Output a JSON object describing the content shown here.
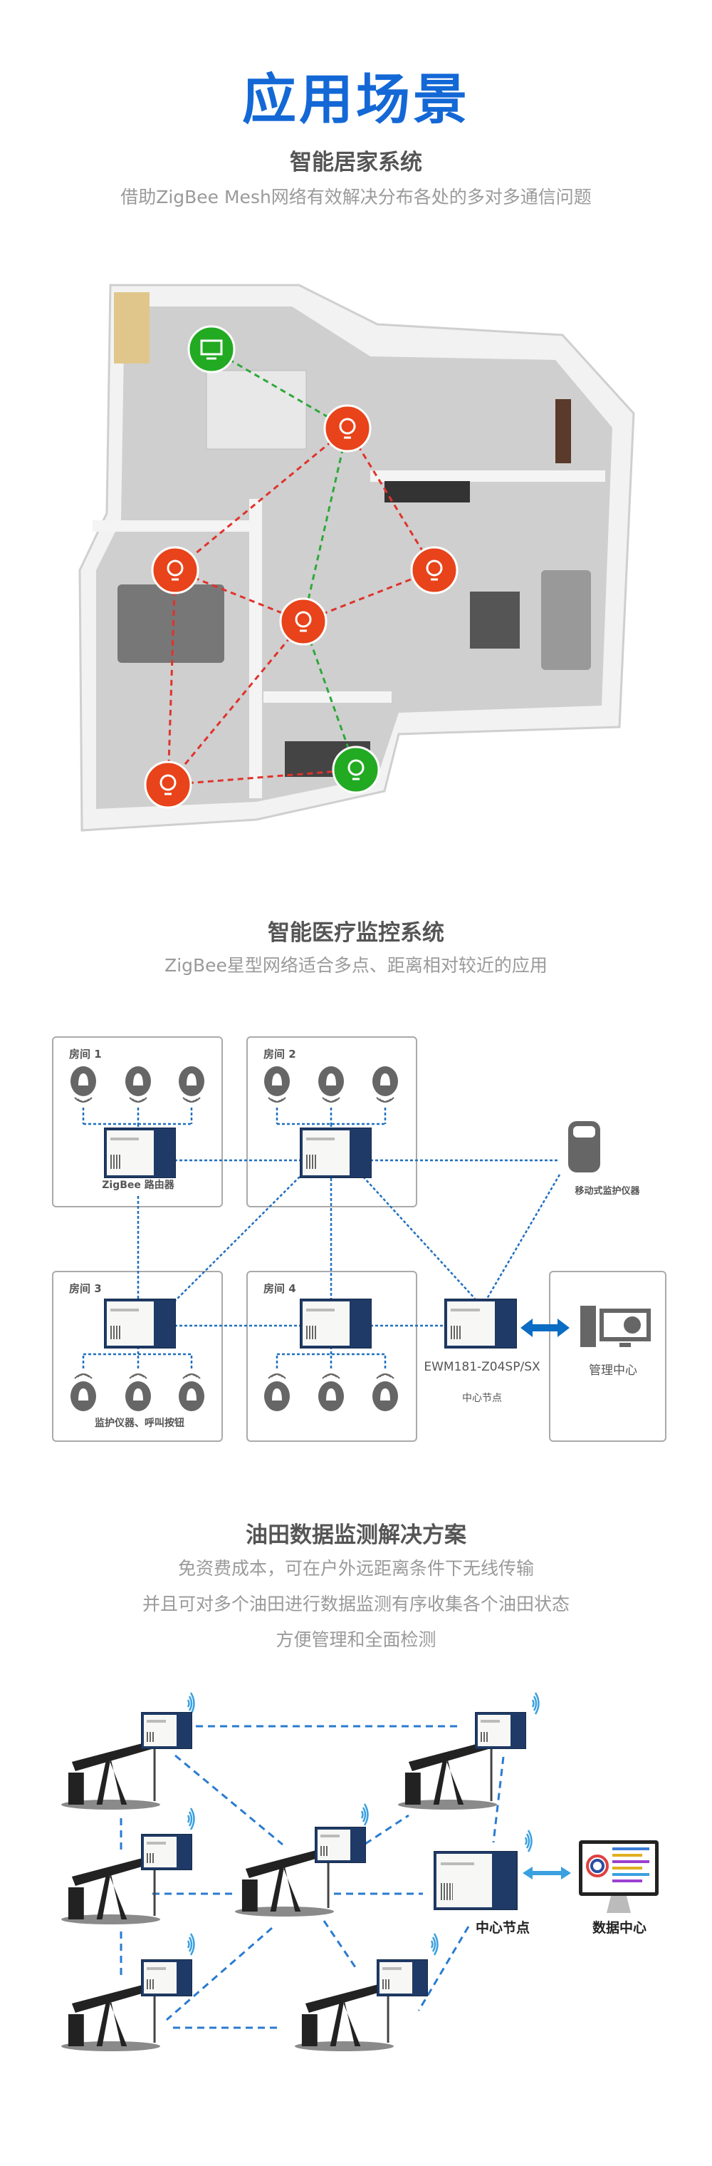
{
  "header": {
    "title": "应用场景"
  },
  "smart_home": {
    "title": "智能居家系统",
    "subtitle": "借助ZigBee Mesh网络有效解决分布各处的多对多通信问题",
    "colors": {
      "bulb": "#e8431a",
      "gateway": "#22aa22",
      "red_link": "#e0332b",
      "green_link": "#2fa83a"
    }
  },
  "medical": {
    "title": "智能医疗监控系统",
    "subtitle": "ZigBee星型网络适合多点、距离相对较近的应用",
    "rooms": [
      "房间 1",
      "房间 2",
      "房间 3",
      "房间 4"
    ],
    "router_label": "ZigBee 路由器",
    "devices_label": "监护仪器、呼叫按钮",
    "mobile_label": "移动式监护仪器",
    "node_model": "EWM181-Z04SP/SX",
    "node_label": "中心节点",
    "management_label": "管理中心",
    "colors": {
      "link": "#1f6fc0",
      "arrow": "#0b6cc4",
      "module": "#1f3a66"
    }
  },
  "oilfield": {
    "title": "油田数据监测解决方案",
    "lines": [
      "免资费成本，可在户外远距离条件下无线传输",
      "并且可对多个油田进行数据监测有序收集各个油田状态",
      "方便管理和全面检测"
    ],
    "node_label": "中心节点",
    "data_center_label": "数据中心",
    "colors": {
      "link": "#2a7bd0",
      "wifi": "#3aa0e0"
    }
  }
}
